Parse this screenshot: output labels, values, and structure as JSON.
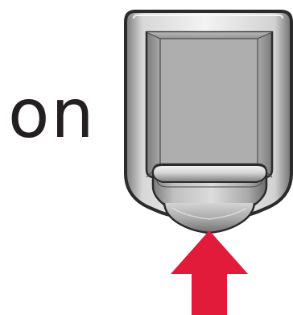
{
  "instruction": {
    "text": "on"
  },
  "device": {
    "name": "switch-device",
    "state": "pressed-upward"
  },
  "indicator": {
    "name": "push-arrow",
    "direction": "up",
    "color": "#e31b3a"
  },
  "palette": {
    "text": "#231f20",
    "outline": "#2b2b2b",
    "shell_light": "#f1f1f1",
    "shell_dark": "#6f6f6f",
    "window_light": "#c7c7c7",
    "window_dark": "#7e7e7e",
    "slider_light": "#e7e7e7",
    "slider_dark": "#8a8a8a"
  }
}
